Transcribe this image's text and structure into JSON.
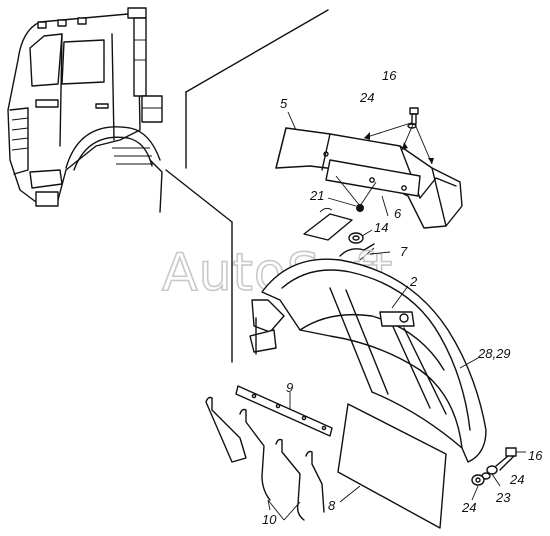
{
  "watermark": "AutoSoft",
  "callouts": {
    "c16_top": "16",
    "c24_top": "24",
    "c5": "5",
    "c21": "21",
    "c6": "6",
    "c14": "14",
    "c7": "7",
    "c2": "2",
    "c28_29": "28,29",
    "c9": "9",
    "c10": "10",
    "c8": "8",
    "c16_bot": "16",
    "c24_bot_right": "24",
    "c23": "23",
    "c24_bot_left": "24"
  }
}
